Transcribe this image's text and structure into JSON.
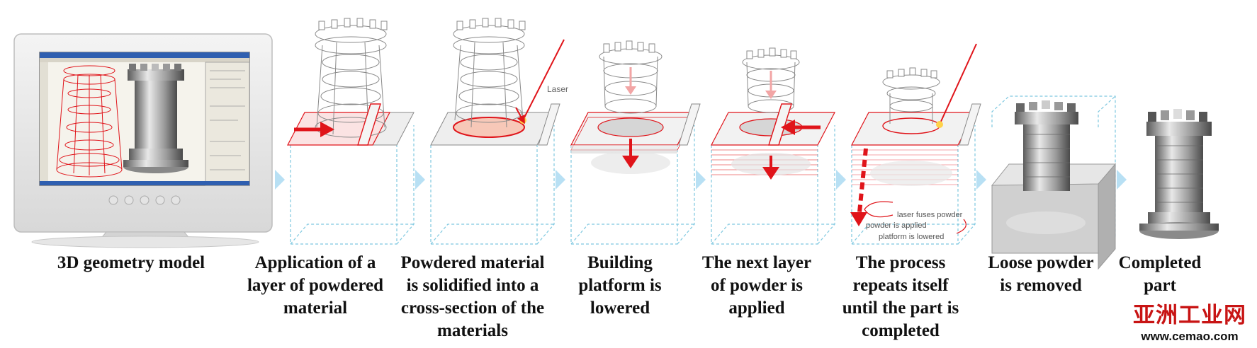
{
  "steps": [
    {
      "id": "model",
      "caption": "3D geometry model"
    },
    {
      "id": "apply",
      "caption": "Application of a\nlayer of powdered\nmaterial"
    },
    {
      "id": "solidify",
      "caption": "Powdered material\nis solidified into a\ncross-section of the\nmaterials"
    },
    {
      "id": "lower",
      "caption": "Building\nplatform is\nlowered"
    },
    {
      "id": "next",
      "caption": "The next layer\nof powder is\napplied"
    },
    {
      "id": "repeat",
      "caption": "The process\nrepeats itself\nuntil the part is\ncompleted"
    },
    {
      "id": "remove",
      "caption": "Loose powder\nis removed"
    },
    {
      "id": "done",
      "caption": "Completed\npart"
    }
  ],
  "labels": {
    "laser": "Laser",
    "cycle": [
      "laser fuses powder",
      "powder is applied",
      "platform is lowered"
    ]
  },
  "watermark": {
    "chinese": "亚洲工业网",
    "url": "www.cemao.com"
  },
  "colors": {
    "laser_red": "#e0141a",
    "cyan_dash": "#7ec8e0",
    "chevron": "#b8e0f4",
    "caption": "#111111"
  }
}
